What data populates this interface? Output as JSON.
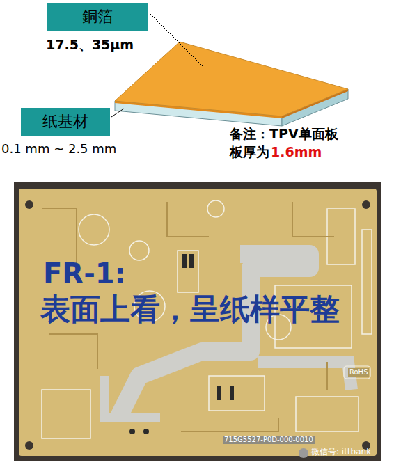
{
  "diagram": {
    "nodes": [
      {
        "text": [
          "銅箔"
        ]
      },
      {
        "text": [
          "纸基材"
        ]
      }
    ],
    "labels": [
      "17.5、35μm",
      "0.1 mm ~ 2.5 mm",
      "备注：TPV单面板",
      "板厚为",
      "1.6mm",
      "FR-1:",
      "表面上看，呈纸样平整",
      "715G5527-P0D-000-0010",
      "RoHS",
      "微信号: ittbank"
    ]
  }
}
